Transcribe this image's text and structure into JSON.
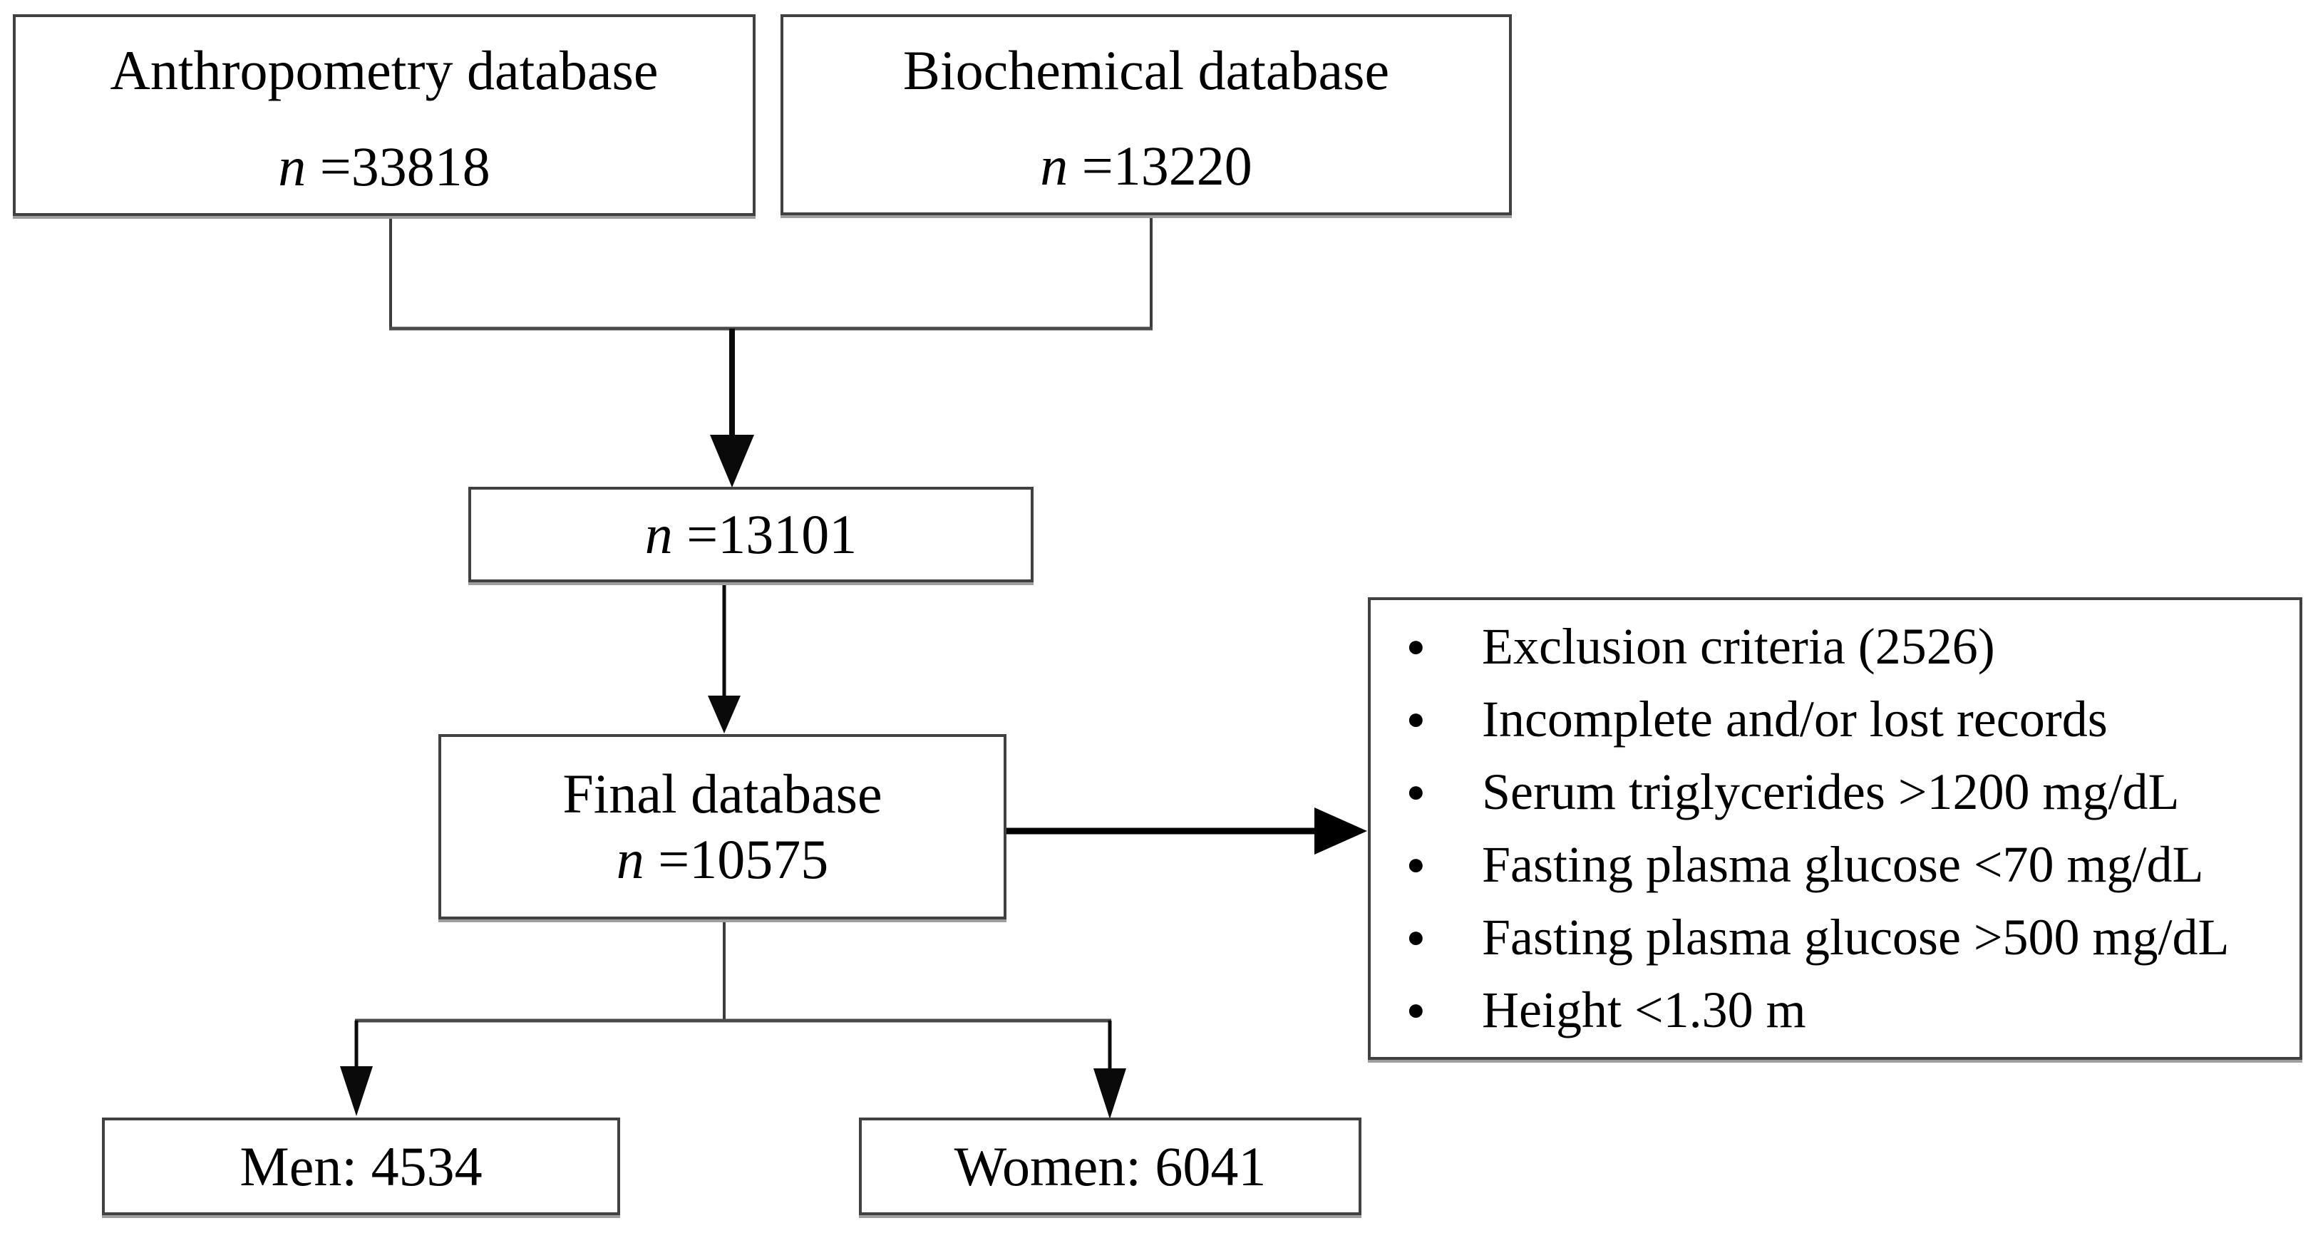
{
  "boxes": {
    "anthropometry": {
      "title": "Anthropometry database",
      "n_label": "n",
      "n_value": " =33818"
    },
    "biochemical": {
      "title": "Biochemical database",
      "n_label": "n",
      "n_value": " =13220"
    },
    "merged": {
      "n_label": "n",
      "n_value": " =13101"
    },
    "final": {
      "title": "Final database",
      "n_label": "n",
      "n_value": " =10575"
    },
    "men": {
      "label": "Men: 4534"
    },
    "women": {
      "label": "Women: 6041"
    }
  },
  "exclusion": {
    "bullet_icon": "●",
    "items": [
      "Exclusion criteria (2526)",
      "Incomplete and/or lost records",
      "Serum triglycerides >1200 mg/dL",
      "Fasting plasma glucose <70 mg/dL",
      "Fasting plasma glucose >500 mg/dL",
      "Height <1.30 m"
    ]
  },
  "colors": {
    "background": "#ffffff",
    "text": "#000000",
    "box_border": "#414141",
    "box_shadow": "#9e9e9e",
    "thin_line": "#3c3c3c",
    "arrow": "#000000"
  }
}
